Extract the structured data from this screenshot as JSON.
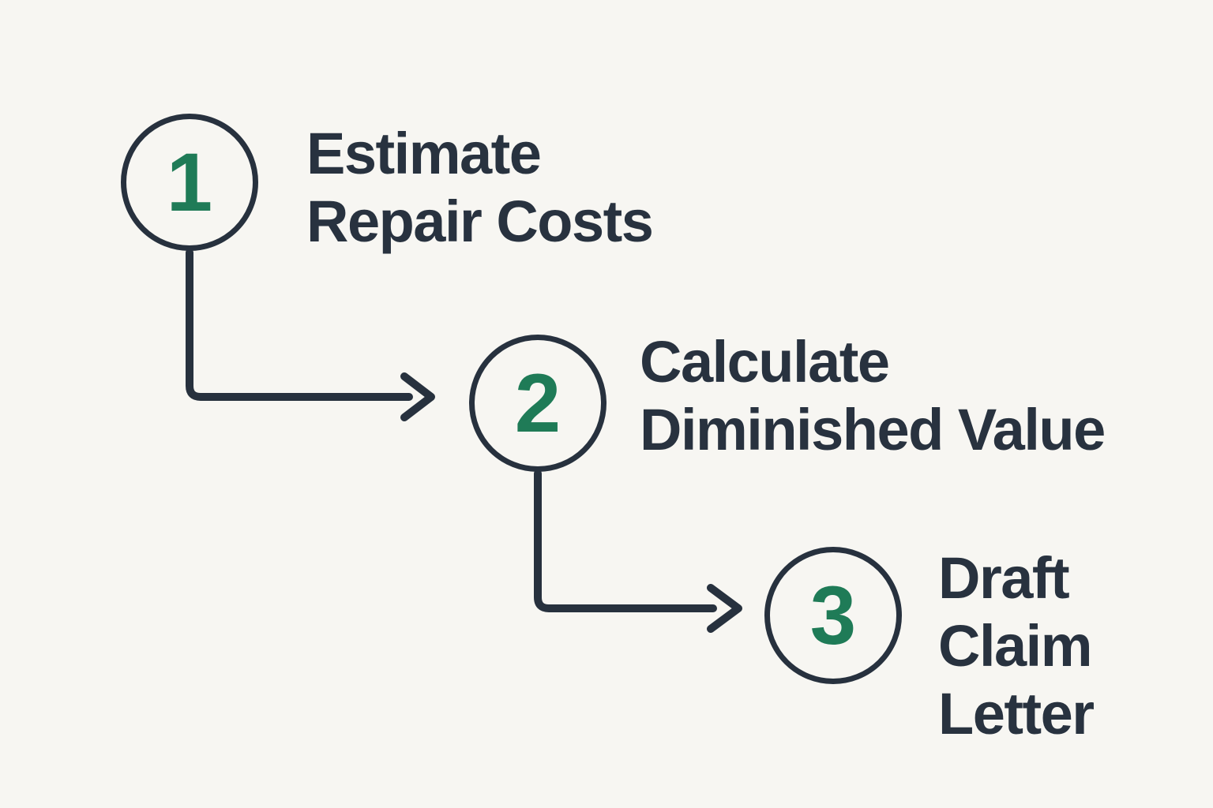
{
  "diagram": {
    "steps": [
      {
        "number": "1",
        "label": "Estimate Repair Costs",
        "lines": [
          "Estimate",
          "Repair Costs"
        ]
      },
      {
        "number": "2",
        "label": "Calculate Diminished Value",
        "lines": [
          "Calculate",
          "Diminished Value"
        ]
      },
      {
        "number": "3",
        "label": "Draft Claim Letter",
        "lines": [
          "Draft",
          "Claim",
          "Letter"
        ]
      }
    ],
    "colors": {
      "background": "#f7f6f2",
      "circle_outline": "#27313e",
      "arrow": "#27313e",
      "number_green": "#1f7b57",
      "label_text": "#28323f"
    }
  }
}
